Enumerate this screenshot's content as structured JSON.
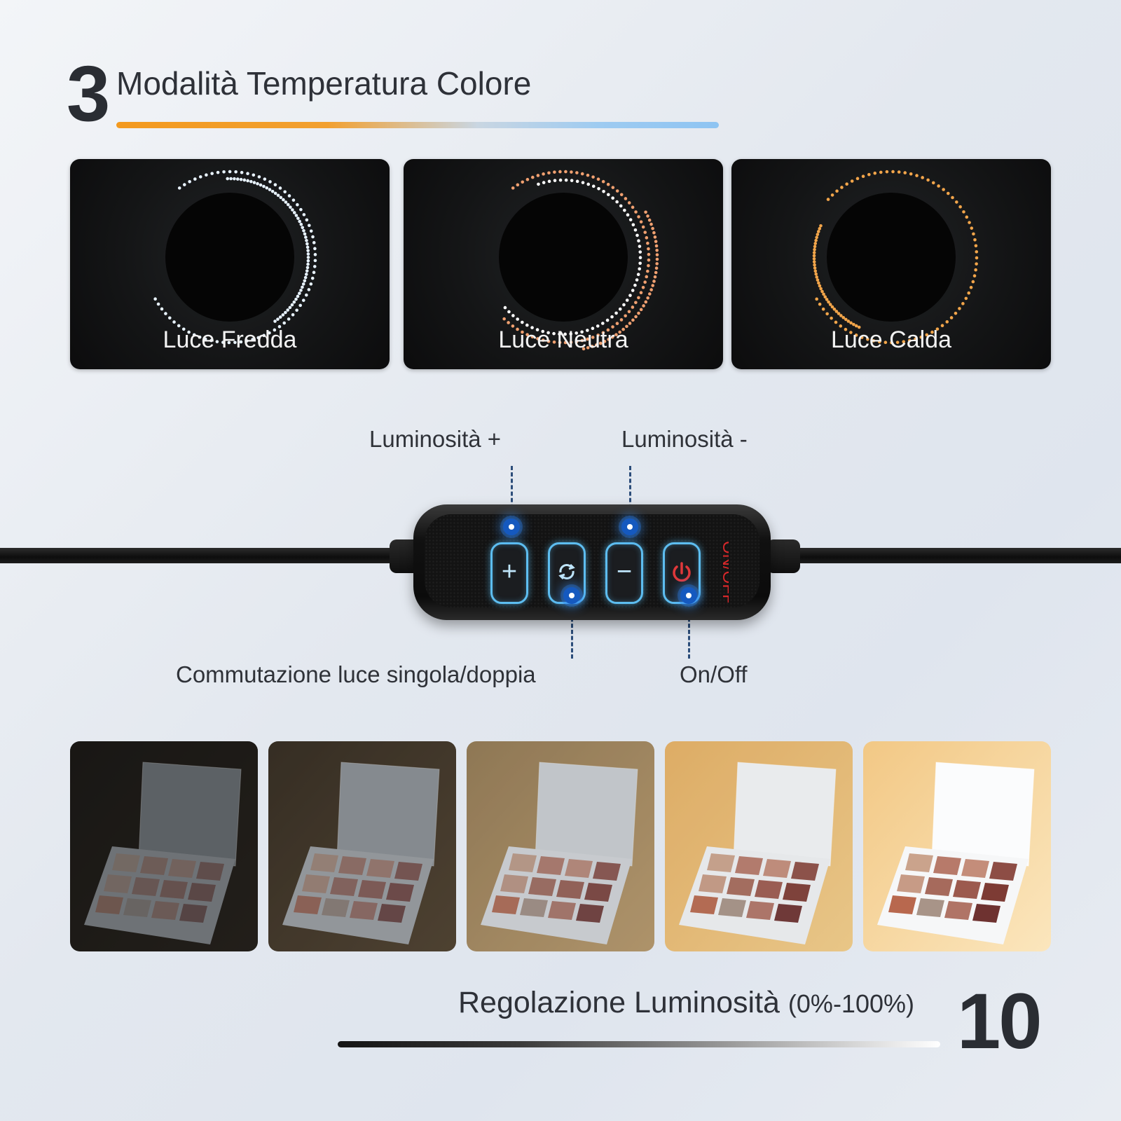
{
  "header": {
    "number": "3",
    "title": "Modalità Temperatura Colore",
    "underline_colors": [
      "#f39a1f",
      "#8ec4f2"
    ]
  },
  "light_modes": [
    {
      "label": "Luce Fredda",
      "color": "#e8f3ff"
    },
    {
      "label": "Luce Neutra",
      "colors": [
        "#ffffff",
        "#f0a070"
      ]
    },
    {
      "label": "Luce Calda",
      "color": "#f2a54a"
    }
  ],
  "controller": {
    "labels": {
      "brightness_up": "Luminosità +",
      "brightness_down": "Luminosità -",
      "switch_mode": "Commutazione luce singola/doppia",
      "power": "On/Off"
    },
    "buttons": {
      "plus": "+",
      "minus": "−",
      "power_print": "ON/OFF"
    },
    "accent_color": "#1559bf",
    "button_glow": "#5dbdf0",
    "power_print_color": "#d8282a"
  },
  "brightness_steps_count": 5,
  "footer": {
    "title": "Regolazione Luminosità",
    "range": "(0%-100%)",
    "number": "10"
  }
}
